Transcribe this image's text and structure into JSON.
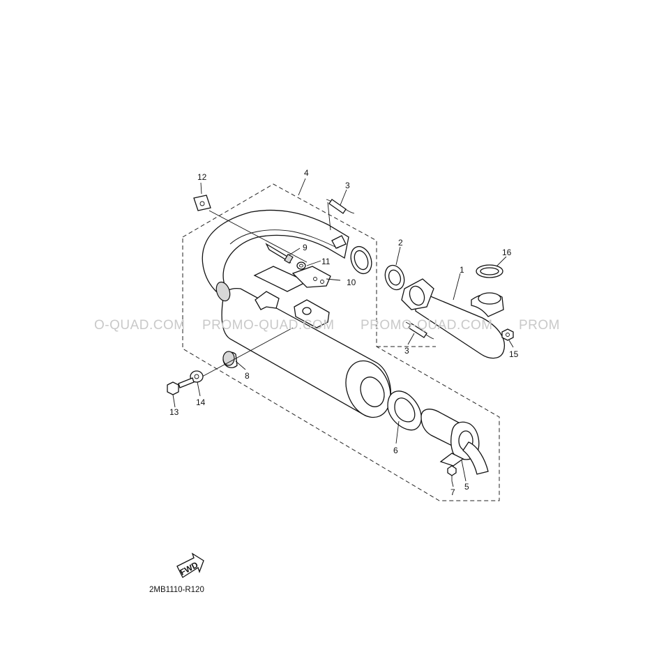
{
  "diagram": {
    "part_labels": {
      "p1": "1",
      "p2": "2",
      "p3a": "3",
      "p3b": "3",
      "p4": "4",
      "p5": "5",
      "p6": "6",
      "p7": "7",
      "p8": "8",
      "p9": "9",
      "p10": "10",
      "p11": "11",
      "p12": "12",
      "p13": "13",
      "p14": "14",
      "p15": "15",
      "p16": "16"
    },
    "fwd_label": "FWD",
    "drawing_code": "2MB1110-R120",
    "watermark": {
      "w1": "O-QUAD.COM",
      "w2": "PROMO-QUAD.COM",
      "w3": "PROMO-QUAD.COM",
      "w4": "PROM"
    }
  }
}
